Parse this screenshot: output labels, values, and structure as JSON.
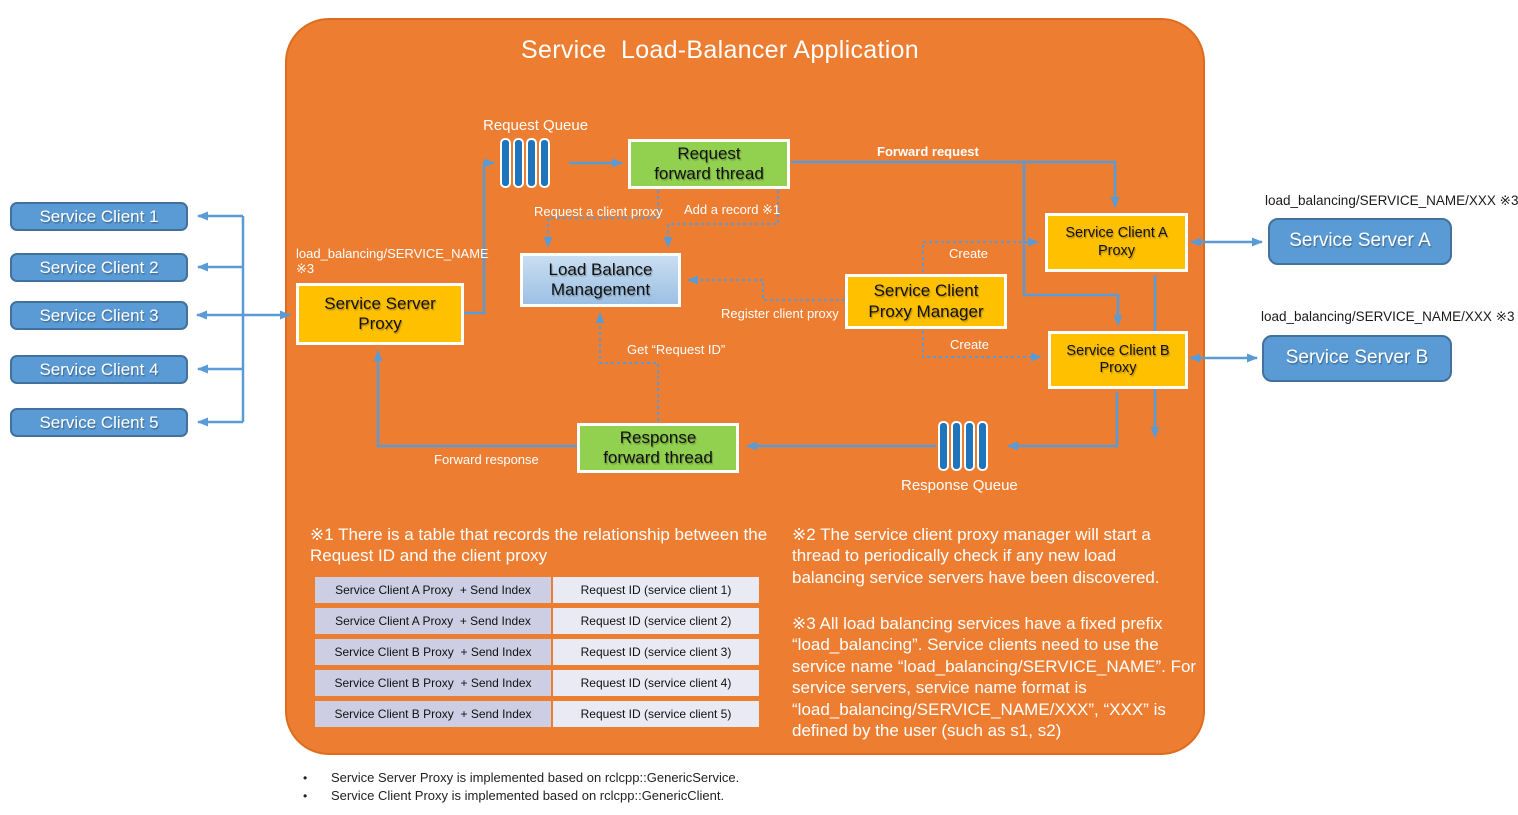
{
  "title": "Service  Load-Balancer Application",
  "clients": [
    "Service Client 1",
    "Service Client 2",
    "Service Client 3",
    "Service Client 4",
    "Service Client 5"
  ],
  "boxes": {
    "service_server_proxy": "Service Server\nProxy",
    "request_forward_thread": "Request\nforward thread",
    "load_balance_management": "Load Balance\nManagement",
    "service_client_proxy_manager": "Service Client\nProxy Manager",
    "service_client_a_proxy": "Service Client A\nProxy",
    "service_client_b_proxy": "Service Client B\nProxy",
    "response_forward_thread": "Response\nforward thread",
    "service_server_a": "Service Server A",
    "service_server_b": "Service Server B"
  },
  "queues": {
    "request_label": "Request Queue",
    "response_label": "Response Queue"
  },
  "edge_labels": {
    "forward_request": "Forward request",
    "request_a_client_proxy": "Request a client proxy",
    "add_a_record": "Add a record ※1",
    "create_top": "Create",
    "create_bottom": "Create",
    "register_client_proxy": "Register client proxy",
    "get_request_id": "Get “Request ID”",
    "forward_response": "Forward response",
    "service_name_left": "load_balancing/SERVICE_NAME\n※3",
    "service_name_server_a": "load_balancing/SERVICE_NAME/XXX ※3",
    "service_name_server_b": "load_balancing/SERVICE_NAME/XXX ※3"
  },
  "notes": {
    "note1": "※1 There is a table that records the relationship between the Request ID and the client proxy",
    "note2": "※2 The service client proxy manager will start a thread to periodically check if any new load balancing service servers have been discovered.",
    "note3": "※3 All load balancing services have a fixed prefix “load_balancing”. Service clients need to use the service name “load_balancing/SERVICE_NAME”. For service servers, service name format is “load_balancing/SERVICE_NAME/XXX”, “XXX” is defined by the user (such as s1, s2)"
  },
  "table": {
    "rows": [
      {
        "proxy": "Service Client A Proxy  + Send Index",
        "request": "Request ID (service client 1)"
      },
      {
        "proxy": "Service Client A Proxy  + Send Index",
        "request": "Request ID (service client 2)"
      },
      {
        "proxy": "Service Client B Proxy  + Send Index",
        "request": "Request ID (service client 3)"
      },
      {
        "proxy": "Service Client B Proxy  + Send Index",
        "request": "Request ID (service client 4)"
      },
      {
        "proxy": "Service Client B Proxy  + Send Index",
        "request": "Request ID (service client 5)"
      }
    ]
  },
  "footnotes": [
    "Service Server Proxy is implemented based on rclcpp::GenericService.",
    "Service Client Proxy is implemented based on rclcpp::GenericClient."
  ],
  "colors": {
    "container_orange": "#ED7D31",
    "box_yellow": "#FFC000",
    "box_green": "#92D050",
    "box_blue": "#5B9BD5",
    "box_blue_border": "#41719C",
    "arrow_blue": "#5B9BD5",
    "queue_bar_blue": "#1F75BB",
    "table_left_cell": "#CDCEE4",
    "table_right_cell": "#E9EAF4"
  }
}
